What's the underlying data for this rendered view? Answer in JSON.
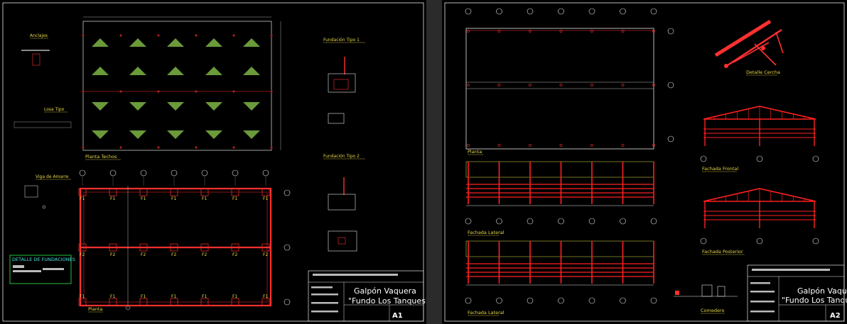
{
  "colors": {
    "background": "#000000",
    "roof_triangles": "#6a9a3a",
    "structure_red": "#ff2020",
    "label_yellow": "#e8d84a",
    "frame_white": "#e6e6e6",
    "detail_box_green": "#29c13f",
    "detail_text_cyan": "#45e0e0"
  },
  "sheet_a1": {
    "labels": {
      "anclajes": "Anclajes",
      "losa_tipo": "Losa Tipo",
      "viga_amarre": "Viga de Amarre",
      "fundacion_tipo_1": "Fundación Tipo 1",
      "fundacion_tipo_2": "Fundación Tipo 2",
      "planta_techos": "Planta Techos",
      "planta": "Planta",
      "detalle_fundaciones": "DETALLE DE FUNDACIONES"
    },
    "footing_labels": {
      "top_row": [
        "F1",
        "F1",
        "F1",
        "F1",
        "F1",
        "F1",
        "F1"
      ],
      "mid_row": [
        "F2",
        "F2",
        "F2",
        "F2",
        "F2",
        "F2",
        "F2"
      ],
      "bottom_row": [
        "F1",
        "F1",
        "F1",
        "F1",
        "F1",
        "F1",
        "F1"
      ]
    },
    "grid_bubble_count": 7,
    "title_block": {
      "line1": "Galpón Vaquera",
      "line2": "\"Fundo Los Tanques\"",
      "sheet_no": "A1"
    }
  },
  "sheet_a2": {
    "labels": {
      "planta": "Planta",
      "detalle_cercha": "Detalle Cercha",
      "fachada_frontal": "Fachada Frontal",
      "fachada_posterior": "Fachada Posterior",
      "fachada_lateral_1": "Fachada Lateral",
      "fachada_lateral_2": "Fachada Lateral",
      "comedero": "Comedero"
    },
    "bay_count": 7,
    "title_block": {
      "line1": "Galpón Vaquera",
      "line2": "\"Fundo Los Tanques\"",
      "sheet_no": "A2"
    }
  }
}
